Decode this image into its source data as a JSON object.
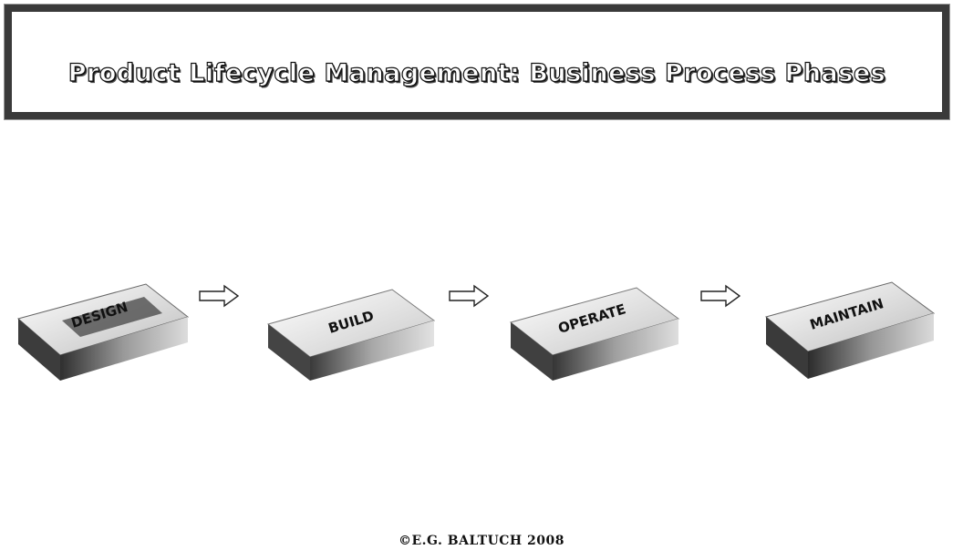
{
  "header": {
    "title": "Product Lifecycle Management: Business Process Phases"
  },
  "phases": [
    {
      "label": "DESIGN"
    },
    {
      "label": "BUILD"
    },
    {
      "label": "OPERATE"
    },
    {
      "label": "MAINTAIN"
    }
  ],
  "footer": {
    "copyright": "©E.G. BALTUCH  2008"
  },
  "colors": {
    "frame": "#3a3a3a",
    "box_light": "#f2f2f2",
    "box_dark": "#4a4a4a",
    "text": "#111111"
  }
}
